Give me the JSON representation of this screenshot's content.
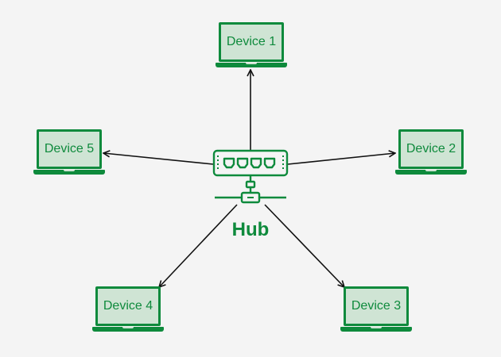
{
  "diagram": {
    "hub": {
      "label": "Hub"
    },
    "devices": [
      {
        "label": "Device 1"
      },
      {
        "label": "Device 2"
      },
      {
        "label": "Device 3"
      },
      {
        "label": "Device 4"
      },
      {
        "label": "Device 5"
      }
    ]
  },
  "colors": {
    "accent": "#0e8a3c",
    "screen_fill": "#cfe4d4",
    "background": "#f4f4f4",
    "connector": "#111111"
  },
  "icons": [
    "laptop-icon",
    "network-hub-icon"
  ]
}
